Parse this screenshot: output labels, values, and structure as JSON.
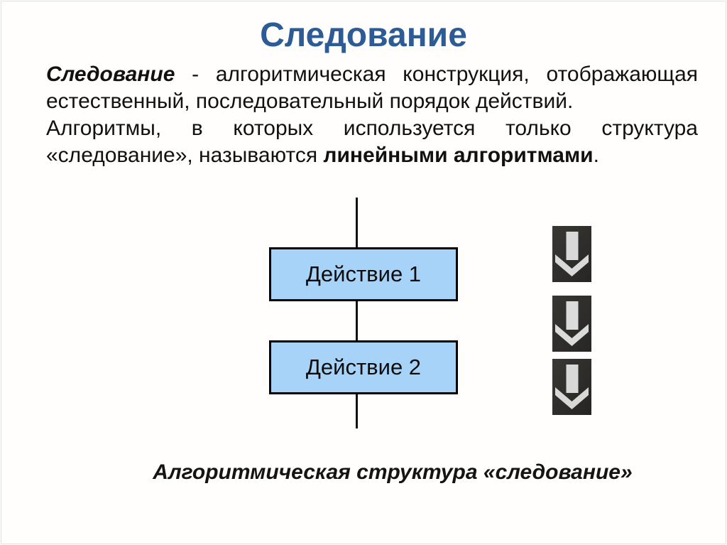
{
  "slide": {
    "title": "Следование",
    "body": {
      "paragraph1": {
        "lead": "Следование",
        "rest": " - алгоритмическая конструкция, отображающая естественный, последовательный порядок действий."
      },
      "paragraph2": {
        "pre": "Алгоритмы, в которых используется только структура «следование», называются ",
        "bold": "линейными алгоритмами",
        "post": "."
      }
    },
    "flowchart": {
      "boxes": [
        {
          "label": "Действие 1"
        },
        {
          "label": "Действие 2"
        }
      ],
      "connector": "vertical-line"
    },
    "arrows": {
      "count": 3,
      "icons": [
        "down-arrow-icon",
        "down-arrow-icon",
        "down-arrow-icon"
      ]
    },
    "caption": "Алгоритмическая структура «следование»",
    "colors": {
      "title_text": "#2d5b96",
      "box_fill": "#a6d3f7",
      "box_border": "#000000",
      "arrow_tile_background": "#2e2d2b",
      "arrow_glyph": "#d9d9d9",
      "background": "#fffefc",
      "body_text": "#111111"
    }
  }
}
